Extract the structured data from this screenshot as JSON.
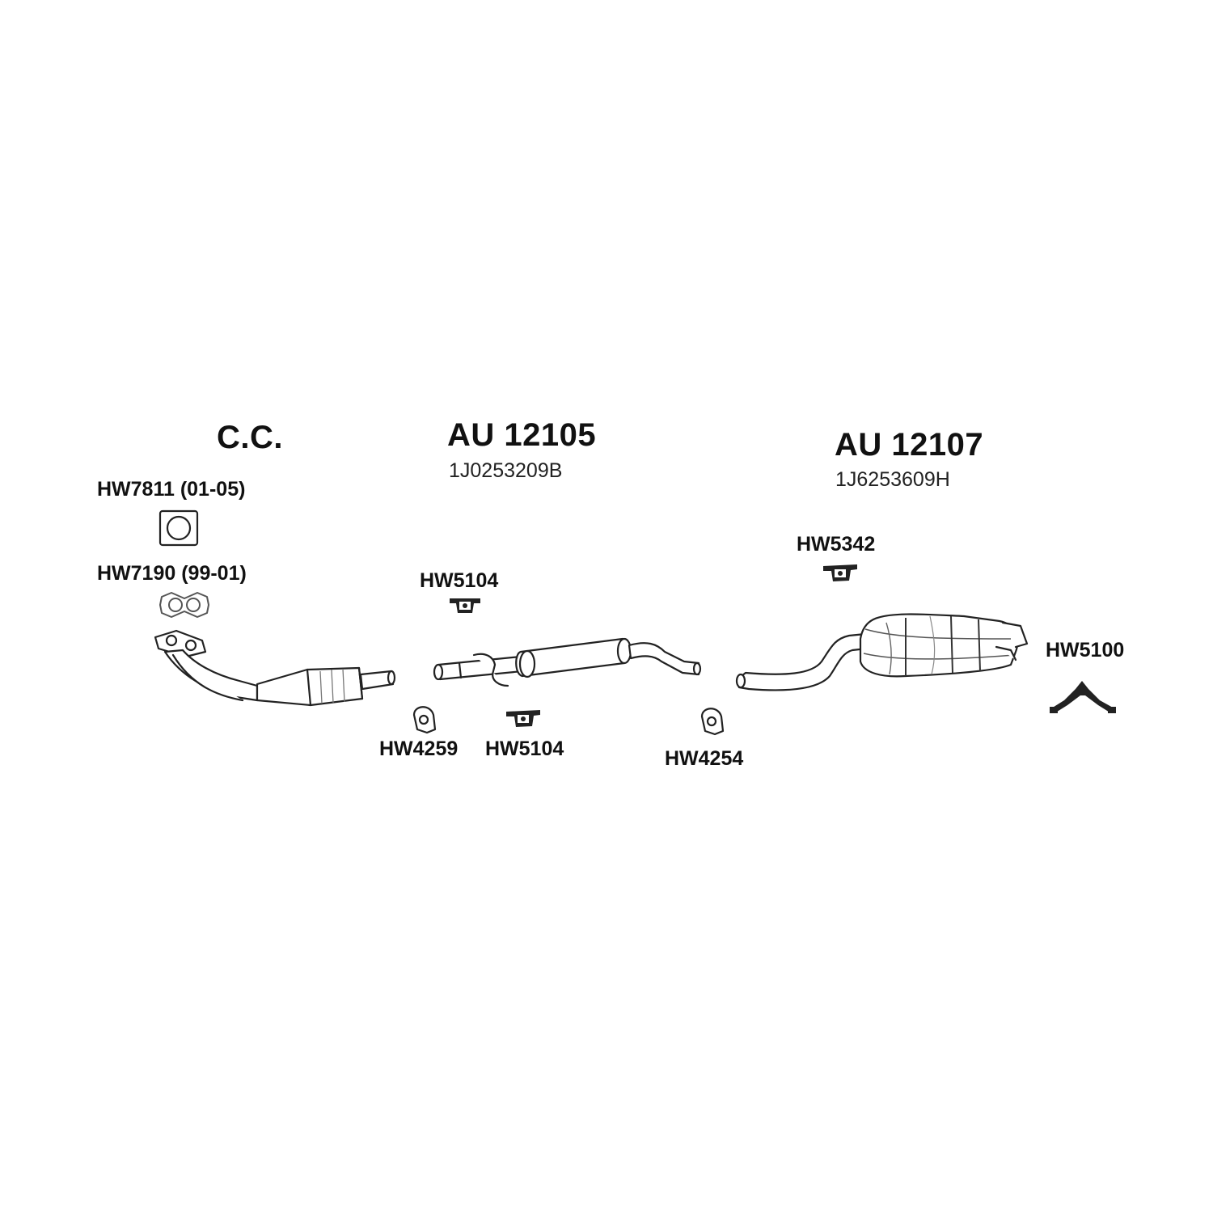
{
  "sections": {
    "cc": {
      "title": "C.C."
    },
    "front_pipe": {
      "title": "AU 12105",
      "oem": "1J0253209B"
    },
    "rear_box": {
      "title": "AU 12107",
      "oem": "1J6253609H"
    }
  },
  "parts": {
    "gasket_square": "HW7811 (01-05)",
    "gasket_twin": "HW7190 (99-01)",
    "mount_top": "HW5104",
    "clamp_left": "HW4259",
    "mount_bottom": "HW5104",
    "clamp_mid": "HW4254",
    "mount_rear": "HW5342",
    "hanger_rear": "HW5100"
  }
}
